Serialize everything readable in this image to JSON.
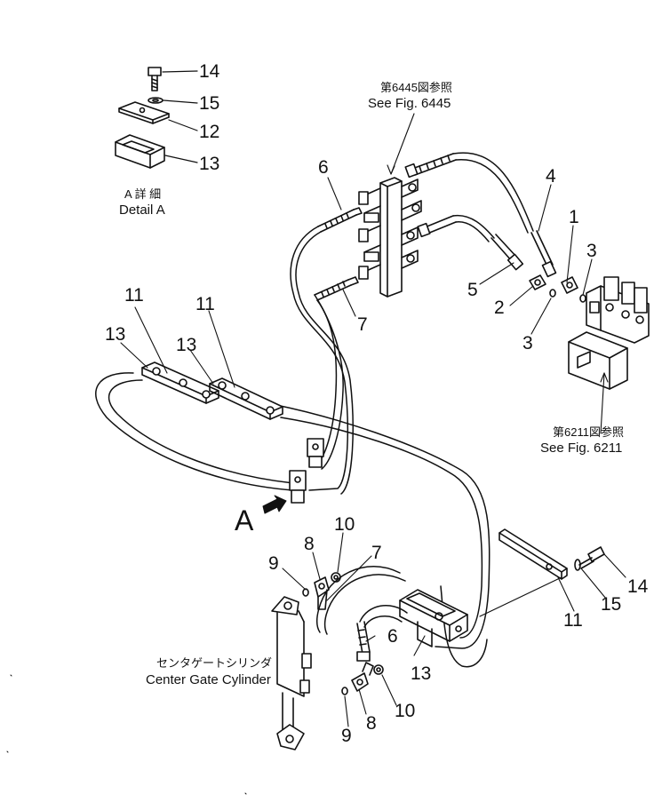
{
  "detail": {
    "part_labels": [
      "14",
      "15",
      "12",
      "13"
    ],
    "title_jp": "A 詳 細",
    "title_en": "Detail A"
  },
  "refs": {
    "top_jp": "第6445図参照",
    "top_en": "See Fig. 6445",
    "right_jp": "第6211図参照",
    "right_en": "See Fig. 6211"
  },
  "view_marker": "A",
  "cylinder": {
    "name_jp": "センタゲートシリンダ",
    "name_en": "Center Gate Cylinder"
  },
  "part_numbers": {
    "p6_top": "6",
    "p7_top": "7",
    "p4": "4",
    "p1": "1",
    "p3_upper": "3",
    "p5": "5",
    "p2": "2",
    "p3_lower": "3",
    "p11_left": "11",
    "p11_mid": "11",
    "p13_left": "13",
    "p13_mid": "13",
    "p8_upper": "8",
    "p10_upper": "10",
    "p9_upper": "9",
    "p7_mid": "7",
    "p6_lower": "6",
    "p13_lower": "13",
    "p10_lower": "10",
    "p9_lower": "9",
    "p8_lower": "8",
    "p14_right": "14",
    "p15_right": "15",
    "p11_right": "11"
  },
  "colors": {
    "ink": "#111111",
    "paper": "#ffffff"
  }
}
